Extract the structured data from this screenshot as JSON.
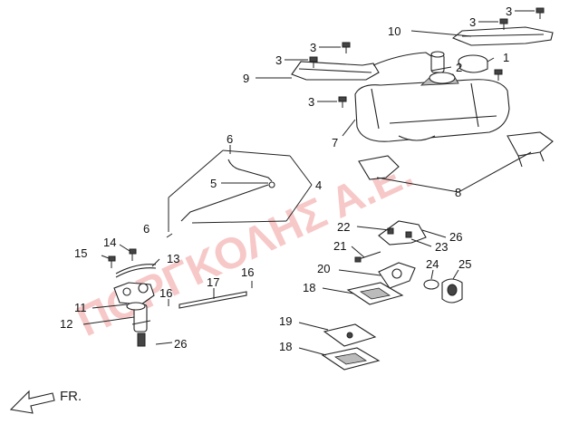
{
  "watermark": "ΠΟΡΓΚΟΛΗΣ Α.Ε.",
  "direction_label": "FR.",
  "callouts": [
    "1",
    "2",
    "3",
    "3",
    "3",
    "3",
    "3",
    "4",
    "5",
    "6",
    "6",
    "7",
    "8",
    "9",
    "10",
    "11",
    "12",
    "13",
    "14",
    "15",
    "16",
    "16",
    "17",
    "18",
    "18",
    "19",
    "20",
    "21",
    "22",
    "23",
    "24",
    "25",
    "26",
    "26"
  ]
}
